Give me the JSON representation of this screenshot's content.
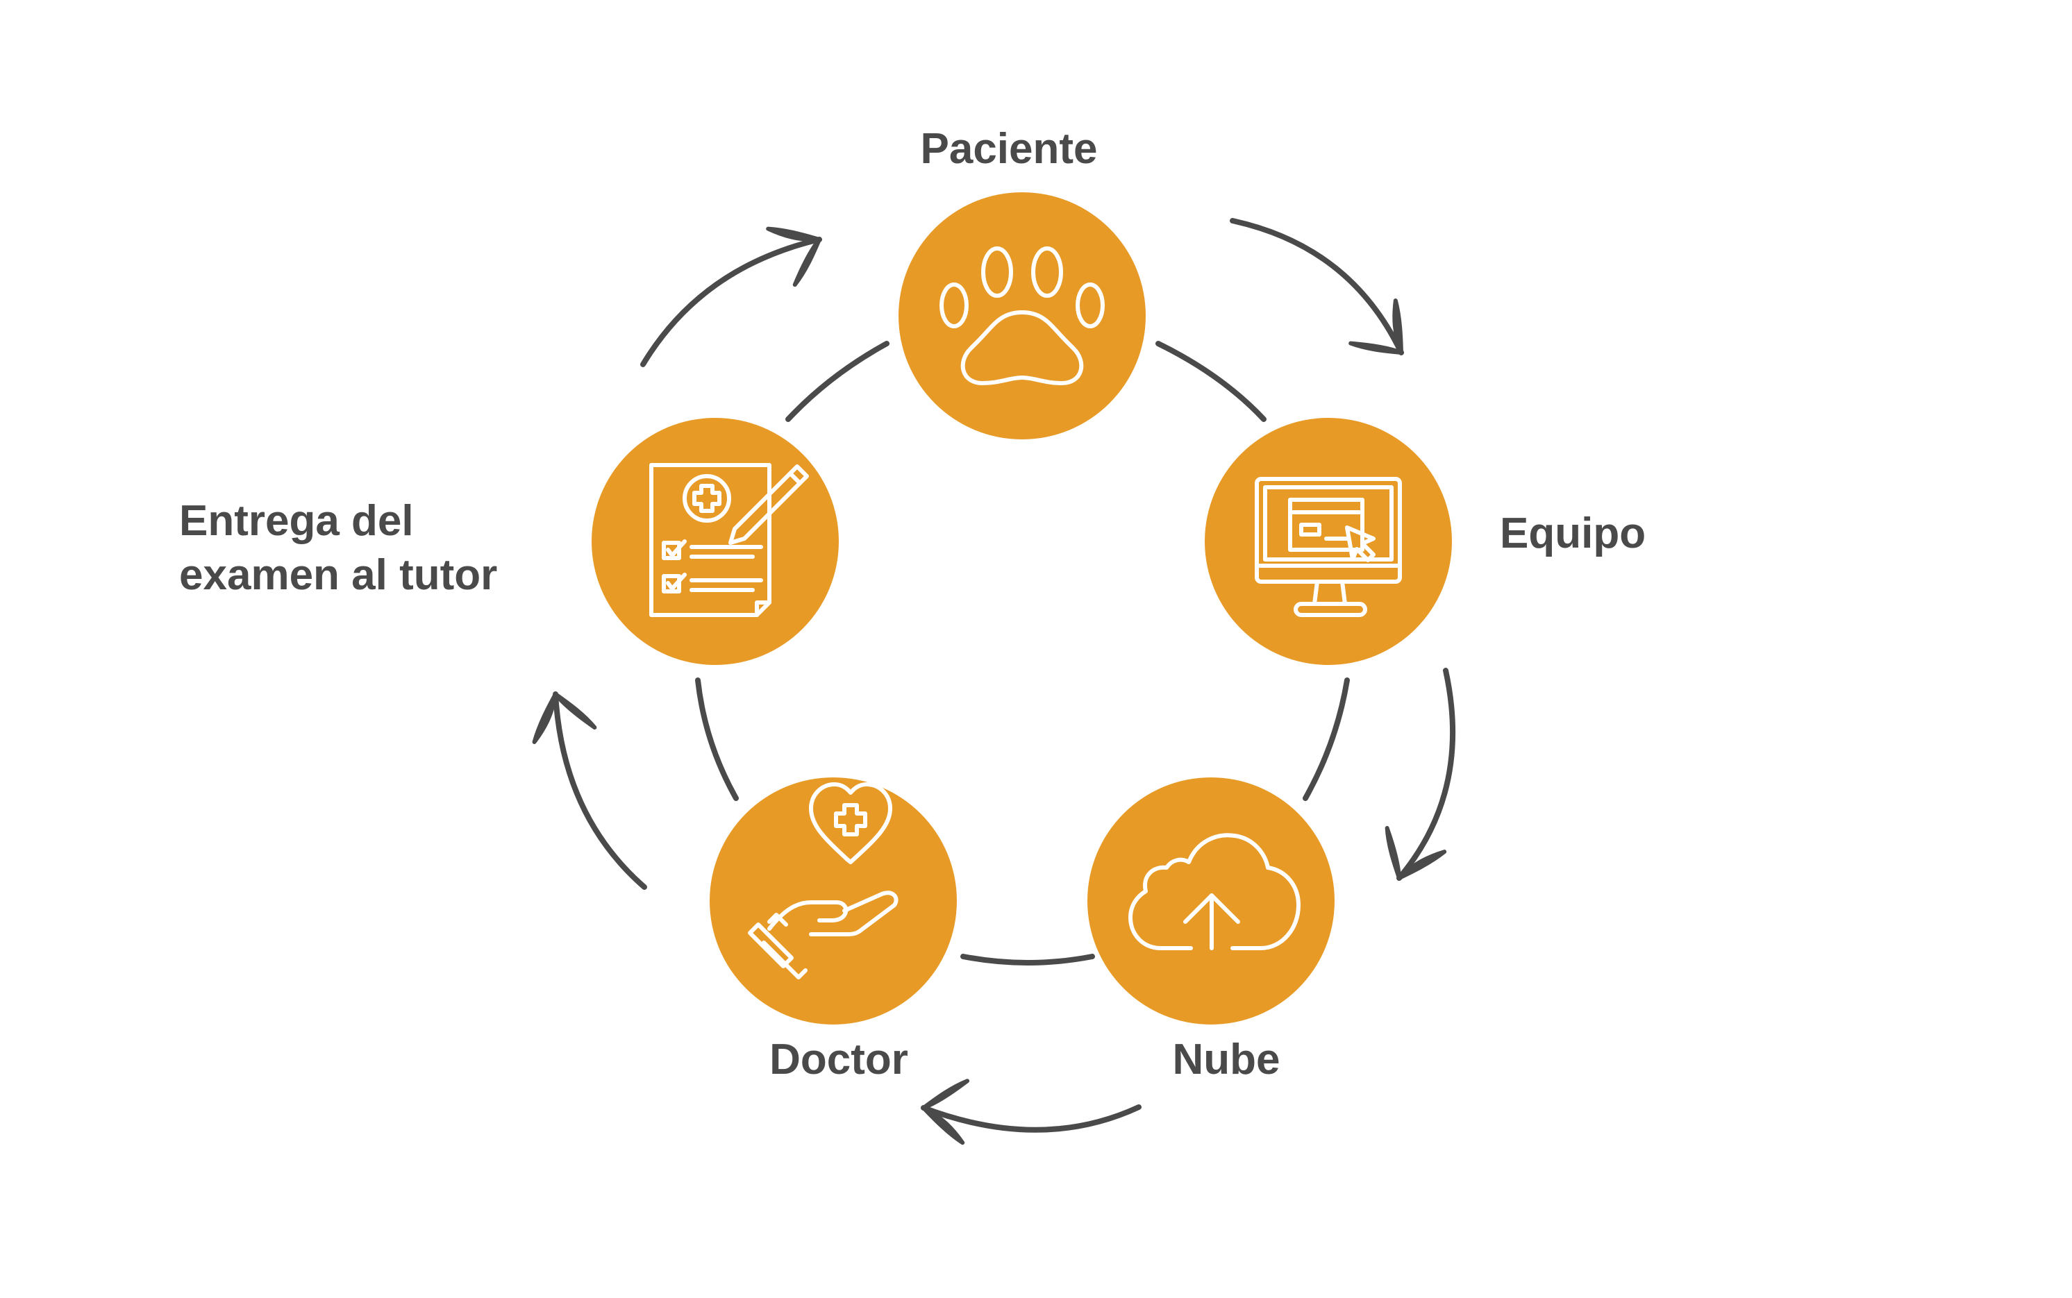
{
  "colors": {
    "node_fill": "#E89A27",
    "ink": "#4a4a4a",
    "icon_stroke": "#ffffff"
  },
  "nodes": [
    {
      "id": "paciente",
      "label": "Paciente",
      "icon": "paw-icon"
    },
    {
      "id": "equipo",
      "label": "Equipo",
      "icon": "monitor-cursor-icon"
    },
    {
      "id": "nube",
      "label": "Nube",
      "icon": "cloud-upload-icon"
    },
    {
      "id": "doctor",
      "label": "Doctor",
      "icon": "hand-heart-icon"
    },
    {
      "id": "entrega",
      "label_lines": [
        "Entrega del",
        "examen al tutor"
      ],
      "icon": "medical-report-icon"
    }
  ]
}
